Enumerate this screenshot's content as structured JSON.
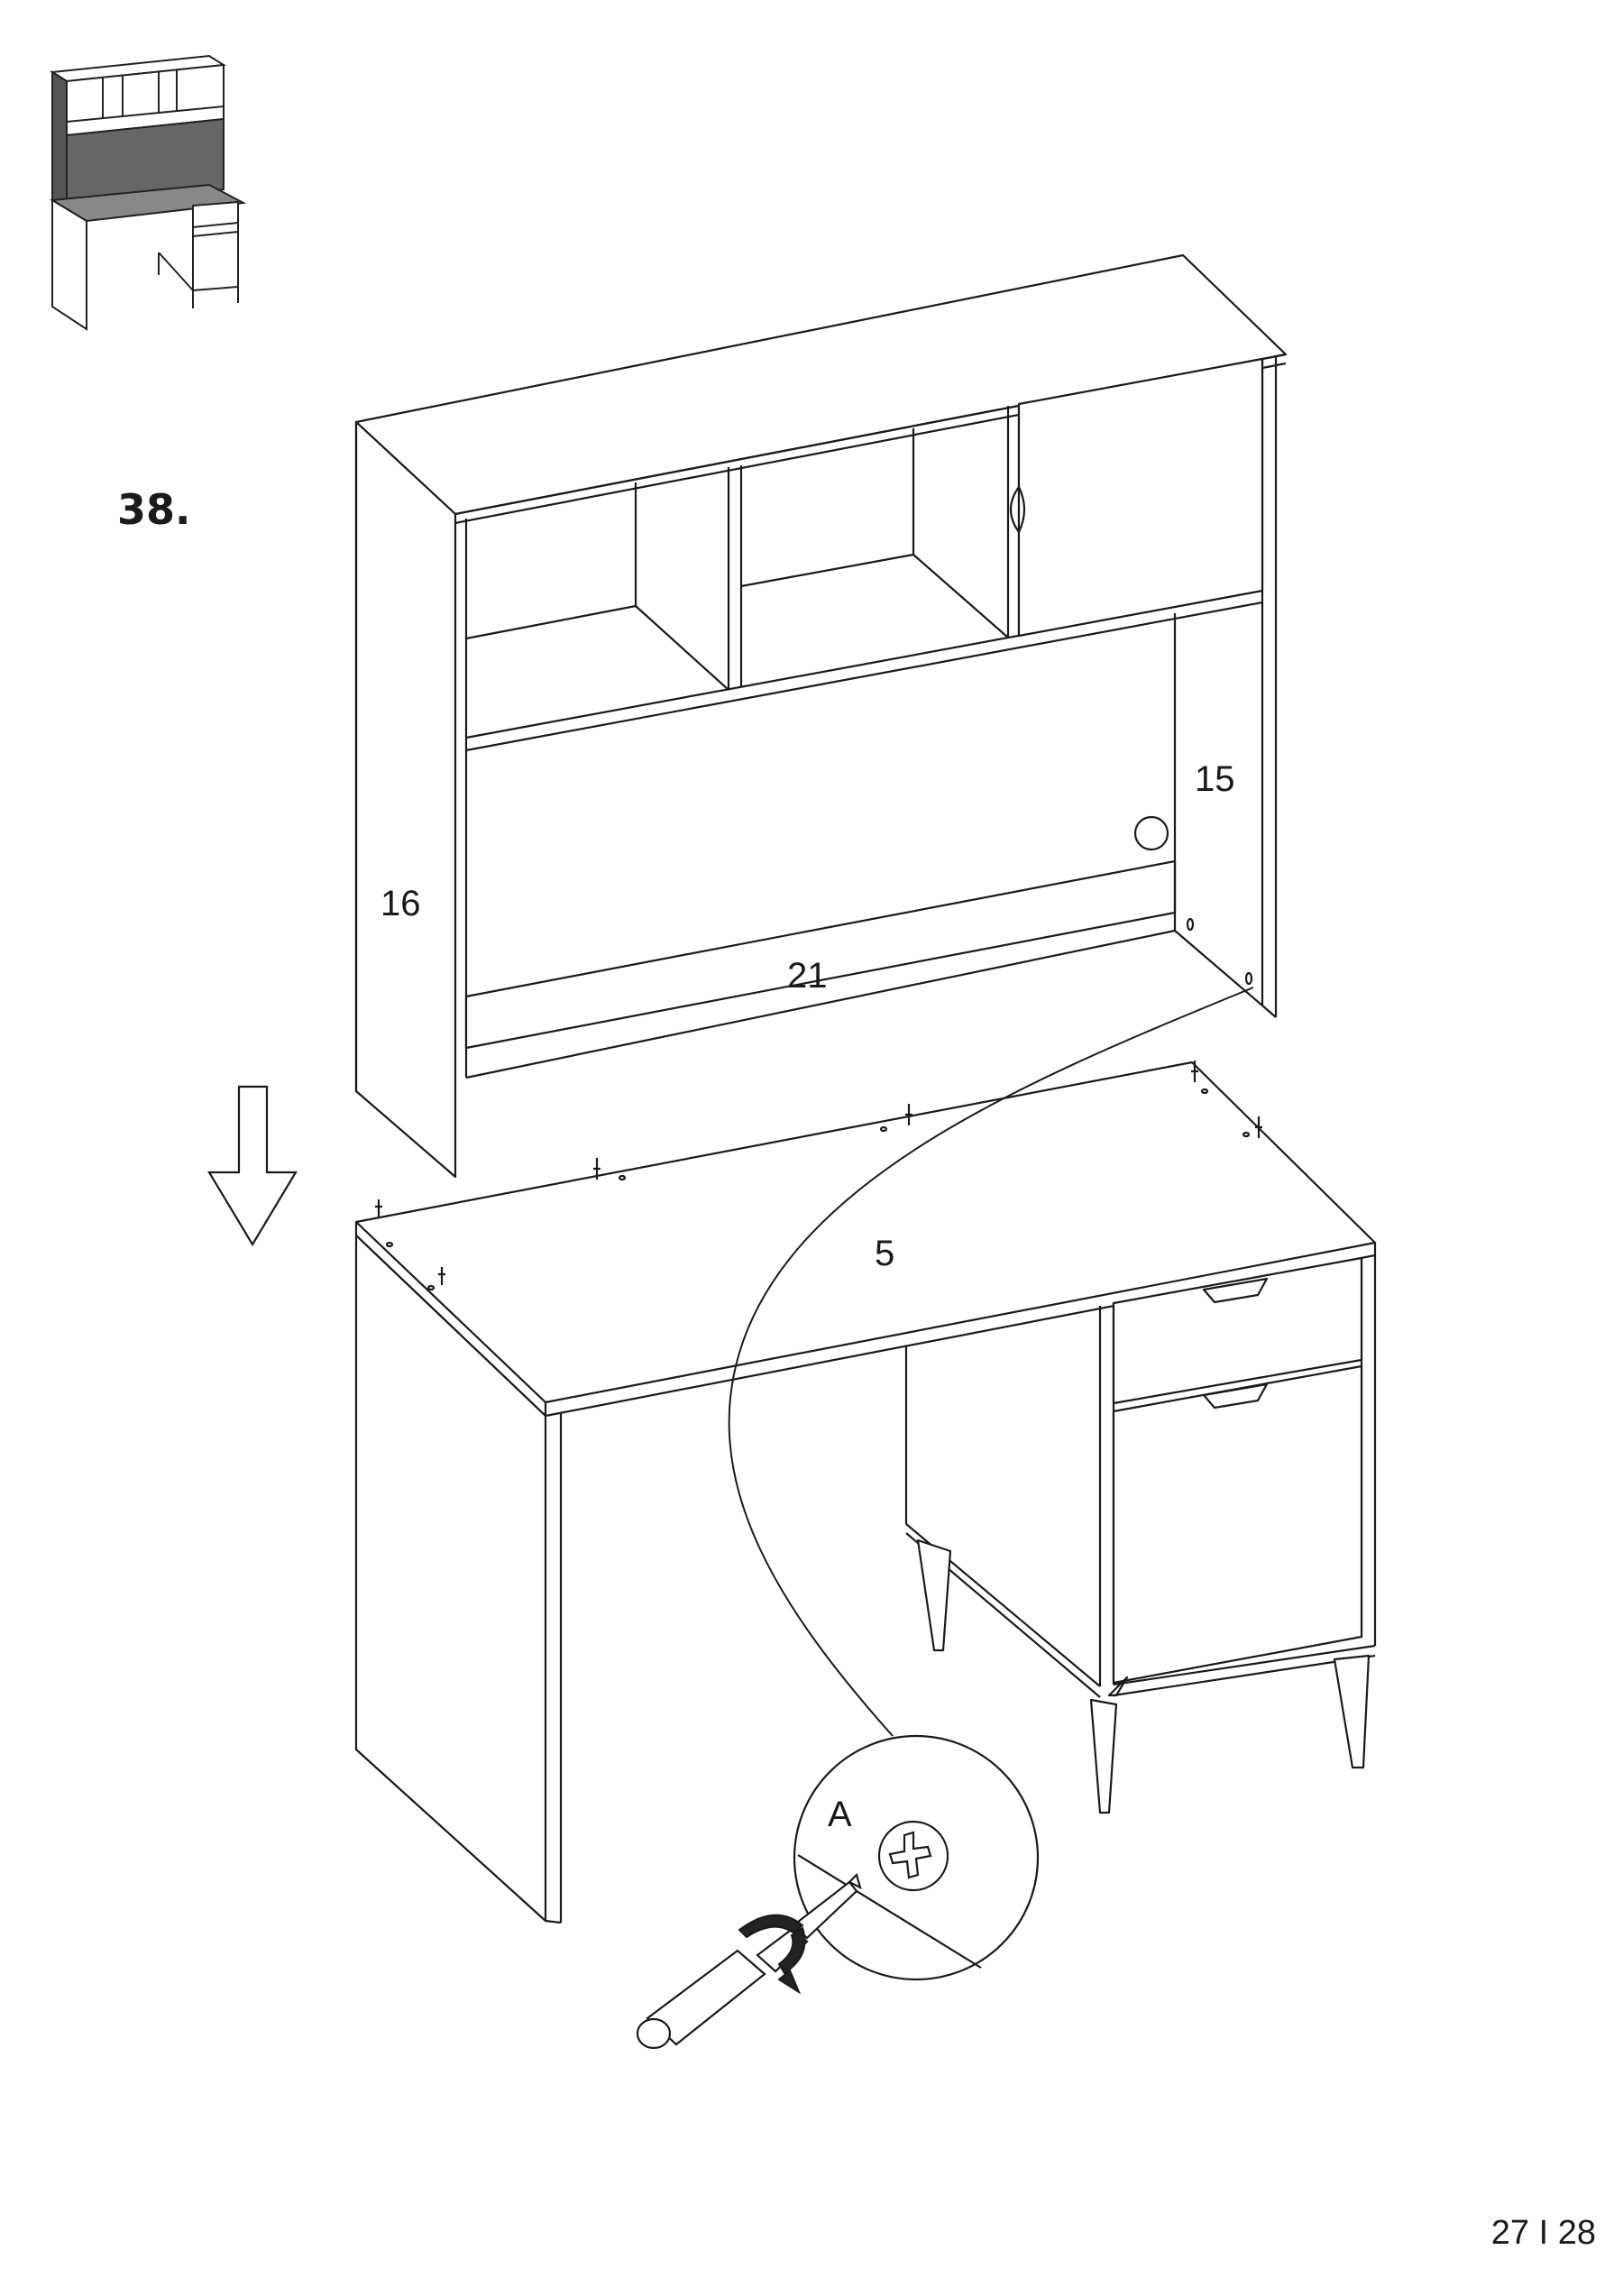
{
  "step": {
    "number": "38."
  },
  "parts": {
    "left_side": "16",
    "right_side": "15",
    "back_rail": "21",
    "cable": "5"
  },
  "detail": {
    "label": "A"
  },
  "footer": {
    "page_number": "27 I 28"
  },
  "icons": {
    "overview": "desk-with-hutch-overview-icon",
    "arrow": "down-arrow-icon",
    "tool": "screwdriver-icon",
    "rotation": "clockwise-rotation-icon",
    "screw": "phillips-screw-icon"
  }
}
